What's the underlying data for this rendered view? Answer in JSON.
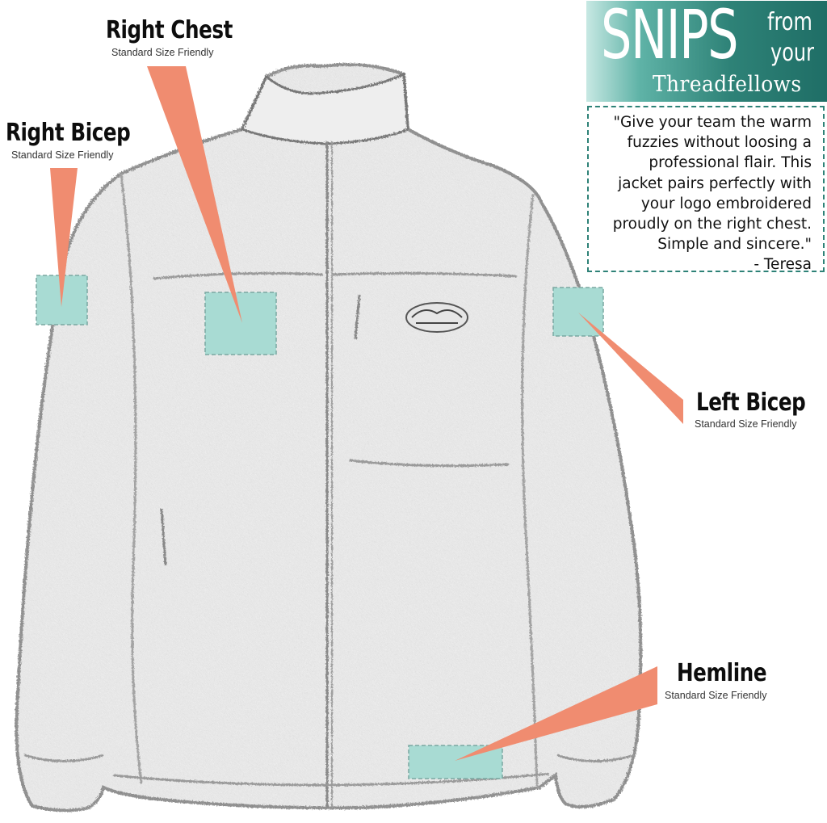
{
  "banner": {
    "headline": "SNIPS",
    "word_from": "from",
    "word_your": "your",
    "brand": "Threadfellows"
  },
  "quote": {
    "text": "\"Give your team the warm\nfuzzies without loosing a\nprofessional flair. This\njacket pairs perfectly with\nyour logo embroidered\nproudly on the right chest.\nSimple and sincere.\"\n- Teresa"
  },
  "locations": [
    {
      "title": "Right Chest",
      "subtitle": "Standard Size Friendly"
    },
    {
      "title": "Right Bicep",
      "subtitle": "Standard Size Friendly"
    },
    {
      "title": "Left Bicep",
      "subtitle": "Standard Size Friendly"
    },
    {
      "title": "Hemline",
      "subtitle": "Standard Size Friendly"
    }
  ],
  "colors": {
    "pointer": "#f08c70",
    "placement_zone": "#a8dbd3",
    "banner_dark": "#1f6e66",
    "dashed_border": "#2e8277"
  },
  "icons": {
    "jacket": "fleece-jacket-illustration",
    "logo": "brand-logo-patch"
  }
}
